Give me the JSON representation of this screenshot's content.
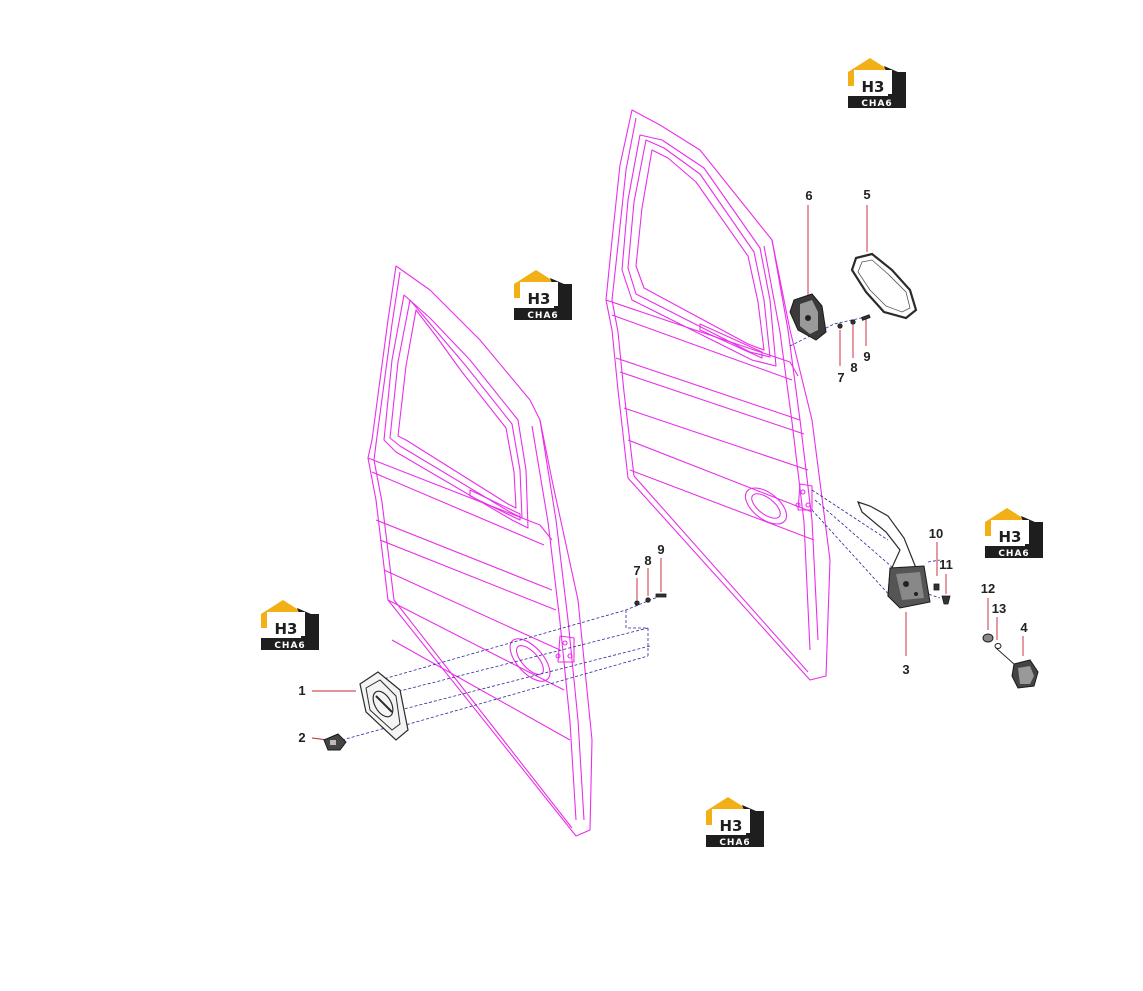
{
  "colors": {
    "door_outline": "#ea2fea",
    "leader_line": "#c8202c",
    "assembly_line": "#2a2a9a",
    "part_dark": "#2b2b2b",
    "logo_yellow": "#f2b016",
    "logo_dark": "#1e1e1e"
  },
  "watermark": {
    "mark": "H3",
    "text": "CHA6",
    "icon": "house-logo-icon"
  },
  "callouts": {
    "c1": "1",
    "c2": "2",
    "c3": "3",
    "c4": "4",
    "c5": "5",
    "c6": "6",
    "c7a": "7",
    "c8a": "8",
    "c9a": "9",
    "c7b": "7",
    "c8b": "8",
    "c9b": "9",
    "c10": "10",
    "c11": "11",
    "c12": "12",
    "c13": "13"
  }
}
